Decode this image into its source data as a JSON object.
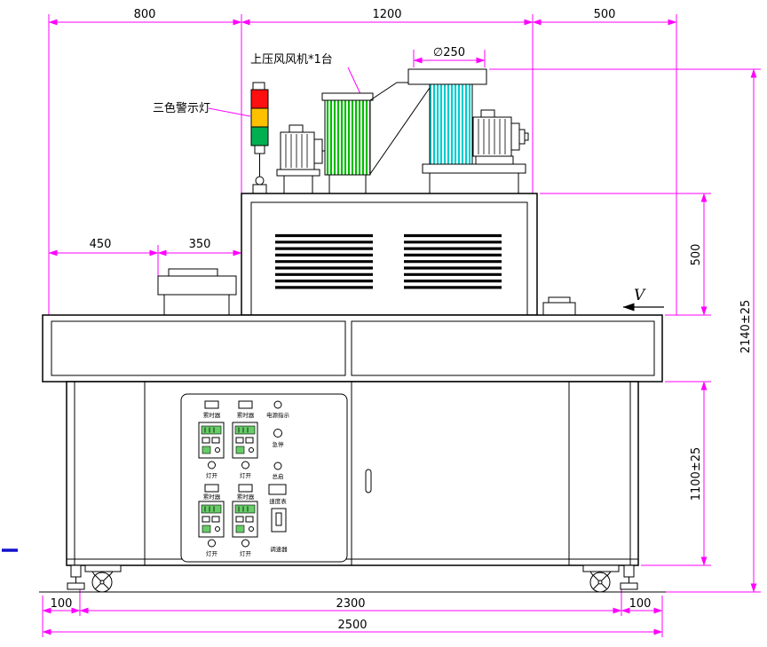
{
  "dimensions": {
    "top_800": "800",
    "top_1200": "1200",
    "top_500": "500",
    "outlet_dia": "∅250",
    "left_450": "450",
    "left_350": "350",
    "side_500": "500",
    "total_height": "2140±25",
    "cabinet_height": "1100±25",
    "bottom_100_left": "100",
    "bottom_2300": "2300",
    "bottom_100_right": "100",
    "bottom_2500": "2500"
  },
  "labels": {
    "top_fan": "上压风风机*1台",
    "tricolor_light": "三色警示灯",
    "view": "V"
  },
  "panel": {
    "timer": "累时器",
    "power_indicator": "电源指示",
    "estop": "急停",
    "light_on": "灯开",
    "master_start": "总启",
    "speed_meter": "速度表",
    "speed_controller": "调速器"
  },
  "colors": {
    "dimension_line": "#FF00FF",
    "outline": "#000000",
    "blower_left_hatch": "#00BB00",
    "blower_right_hatch": "#00CCCC",
    "light_red": "#FF1010",
    "light_yellow": "#FFC000",
    "light_green": "#00B050",
    "display_green": "#66CC66",
    "stray_blue": "#1111CC"
  }
}
